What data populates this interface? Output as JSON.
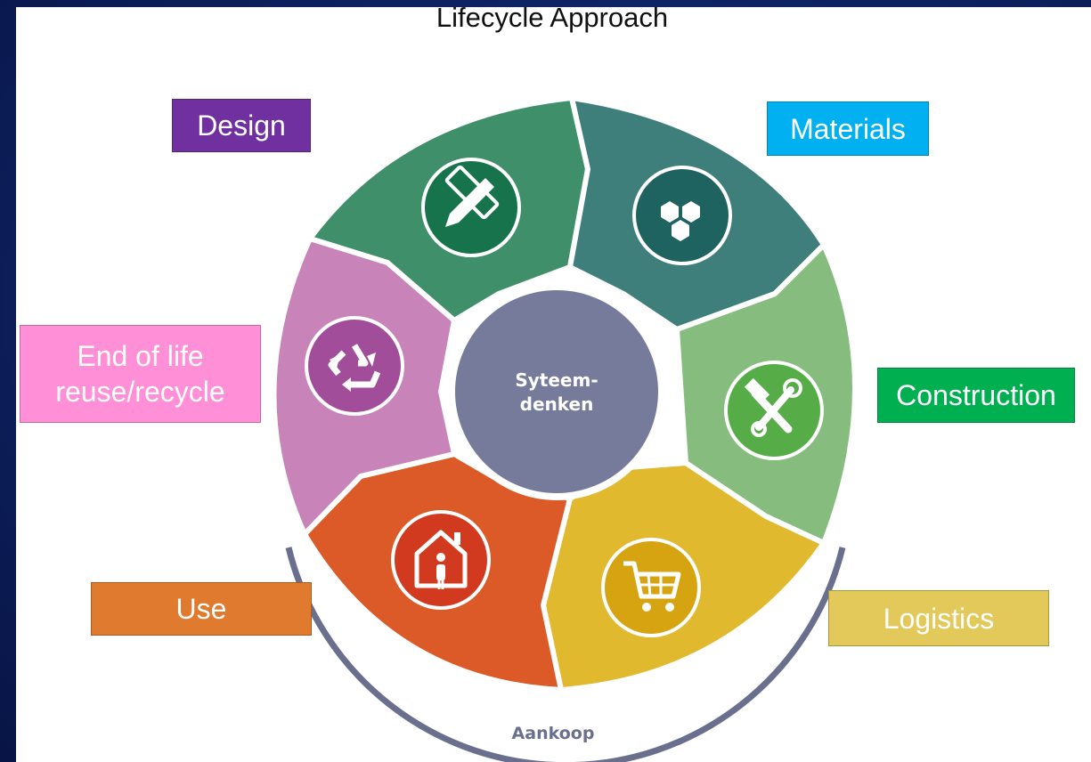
{
  "title": "Lifecycle Approach",
  "labels": {
    "design": "Design",
    "materials": "Materials",
    "construction": "Construction",
    "logistics": "Logistics",
    "use": "Use",
    "end_of_life_line1": "End of life",
    "end_of_life_line2": "reuse/recycle"
  },
  "center": {
    "line1": "Syteem-",
    "line2": "denken"
  },
  "arc_label": "Aankoop",
  "colors": {
    "design_label": "#7030a0",
    "materials_label": "#00b0f0",
    "construction_label": "#00b050",
    "logistics_label": "#e2c95a",
    "use_label": "#e07a2e",
    "end_of_life_label": "#ff8fd6",
    "design_segment": "#3f8f6b",
    "materials_segment": "#3e7f7c",
    "construction_segment": "#86bd7f",
    "logistics_segment": "#e0b92e",
    "use_segment": "#dc5a27",
    "end_of_life_segment": "#c884b9",
    "center": "#767b9b"
  },
  "icons": {
    "design": "pencil-ruler-icon",
    "materials": "hexagons-icon",
    "construction": "tools-icon",
    "logistics": "shopping-cart-icon",
    "use": "house-person-icon",
    "end_of_life": "recycle-icon"
  }
}
